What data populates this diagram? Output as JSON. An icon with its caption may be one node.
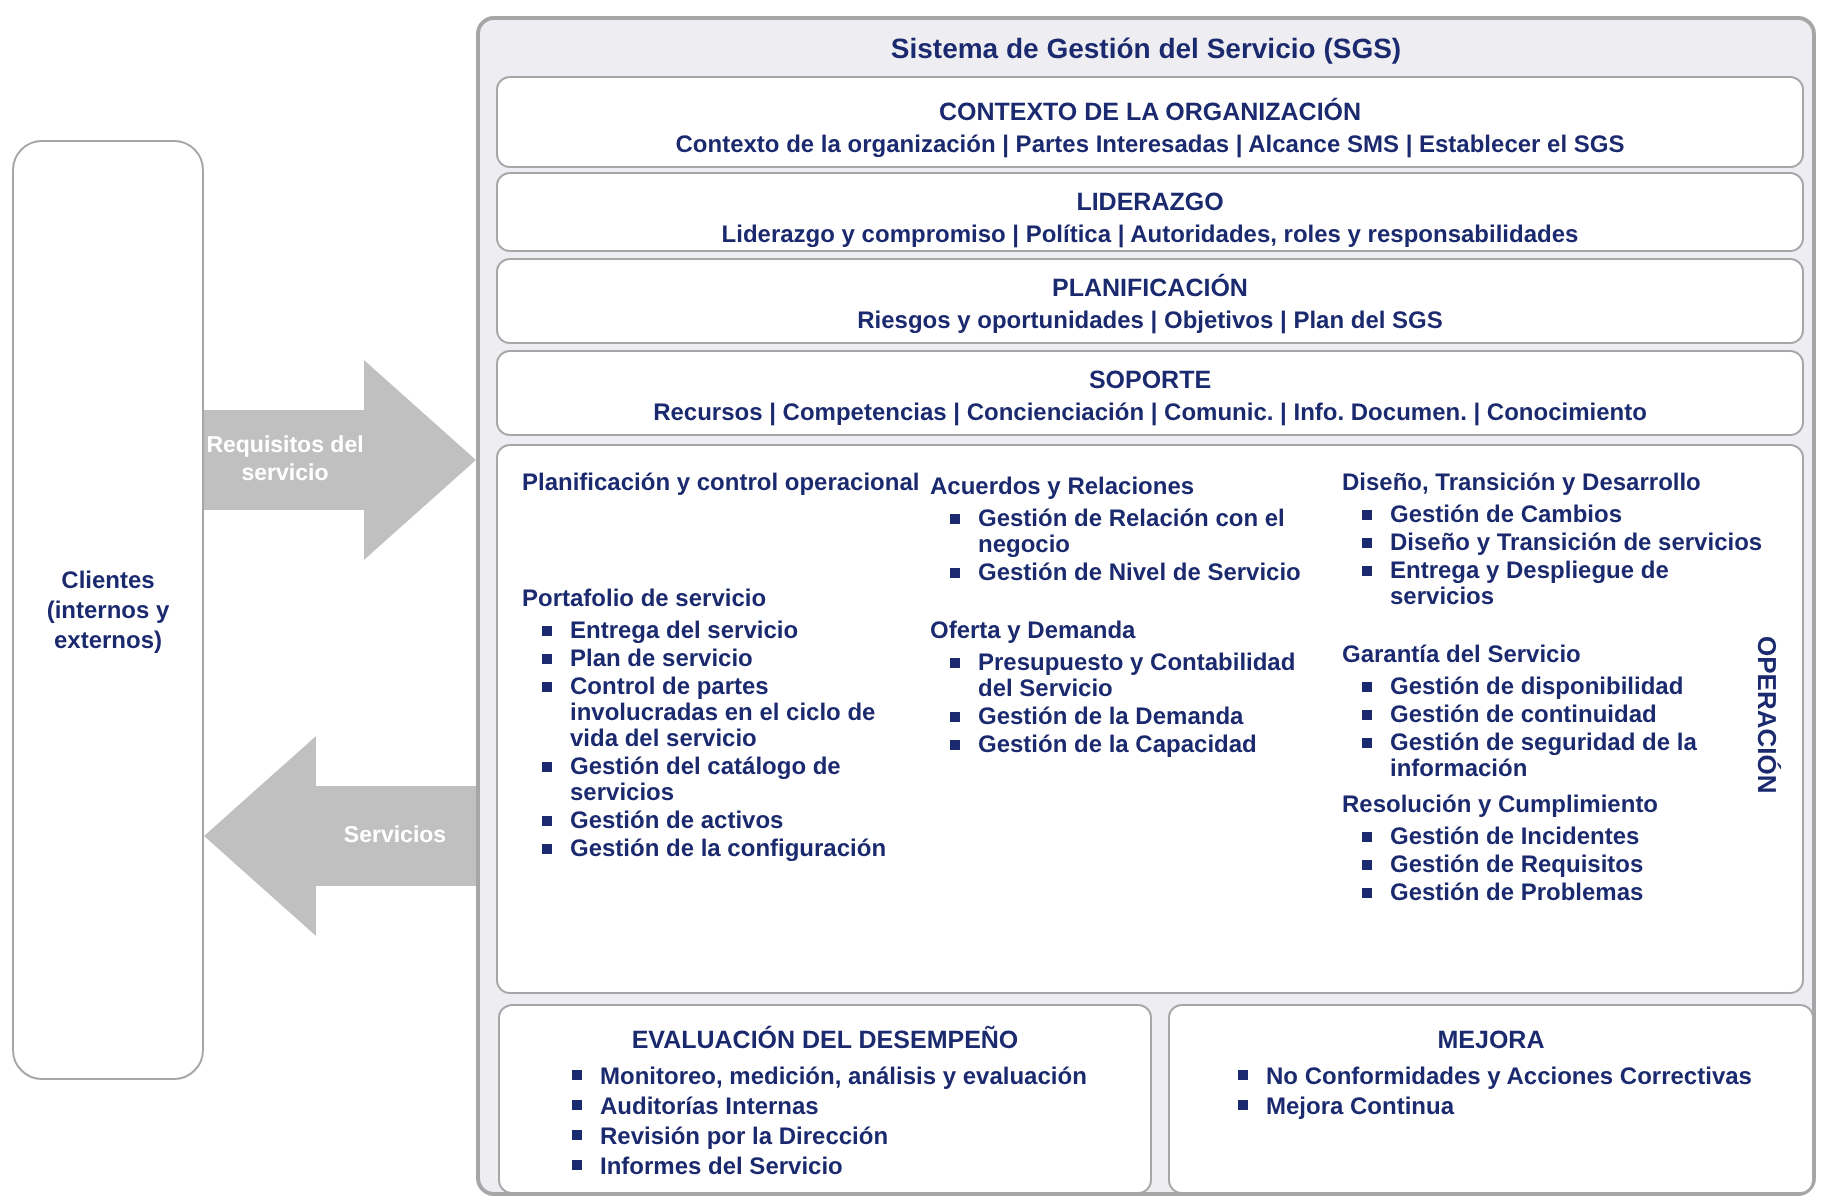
{
  "diagram": {
    "nodes": [
      {
        "text": [
          "Clientes (internos y externos)"
        ]
      },
      {
        "text": [
          "Sistema de Gestión del Servicio (SGS)"
        ]
      },
      {
        "text": [
          "CONTEXTO DE LA ORGANIZACIÓN",
          "Contexto de la organización | Partes Interesadas | Alcance SMS | Establecer el SGS"
        ],
        "in": 1
      },
      {
        "text": [
          "LIDERAZGO",
          "Liderazgo y compromiso | Política | Autoridades, roles y responsabilidades"
        ],
        "in": 1
      },
      {
        "text": [
          "PLANIFICACIÓN",
          "Riesgos y oportunidades | Objetivos | Plan del SGS"
        ],
        "in": 1
      },
      {
        "text": [
          "SOPORTE",
          "Recursos | Competencias | Concienciación | Comunic. | Info. Documen. | Conocimiento"
        ],
        "in": 1
      },
      {
        "text": [
          "OPERACIÓN",
          "Planificación y control operacional",
          "Portafolio de servicio",
          "Entrega del servicio",
          "Plan de servicio",
          "Control de partes involucradas en el ciclo de vida del servicio",
          "Gestión del catálogo de servicios",
          "Gestión de activos",
          "Gestión de la configuración",
          "Acuerdos y Relaciones",
          "Gestión de Relación con el negocio",
          "Gestión de Nivel de Servicio",
          "Oferta y Demanda",
          "Presupuesto y Contabilidad del Servicio",
          "Gestión de la Demanda",
          "Gestión de la Capacidad",
          "Diseño, Transición y Desarrollo",
          "Gestión de Cambios",
          "Diseño y Transición de servicios",
          "Entrega y Despliegue de servicios",
          "Garantía del Servicio",
          "Gestión de disponibilidad",
          "Gestión de continuidad",
          "Gestión de seguridad de la información",
          "Resolución y Cumplimiento",
          "Gestión de Incidentes",
          "Gestión de Requisitos",
          "Gestión de Problemas"
        ],
        "in": 1
      },
      {
        "text": [
          "EVALUACIÓN DEL DESEMPEÑO",
          "Monitoreo, medición, análisis y evaluación",
          "Auditorías Internas",
          "Revisión por la Dirección",
          "Informes del Servicio"
        ],
        "in": 1
      },
      {
        "text": [
          "MEJORA",
          "No Conformidades y Acciones Correctivas",
          "Mejora Continua"
        ],
        "in": 1
      }
    ],
    "edges": [
      {
        "from": 0,
        "to": 1,
        "arrow": "to",
        "label": "Requisitos del servicio"
      },
      {
        "from": 1,
        "to": 0,
        "arrow": "to",
        "label": "Servicios"
      }
    ]
  }
}
